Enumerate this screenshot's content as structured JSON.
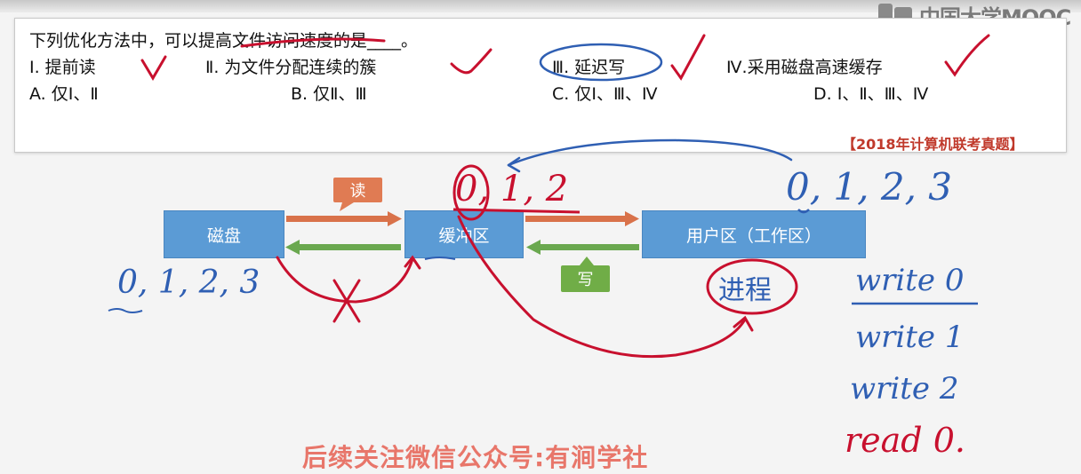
{
  "brand": {
    "logo_text": "中国大学MOOC"
  },
  "question": {
    "stem": "下列优化方法中，可以提高文件访问速度的是____。",
    "items": [
      "Ⅰ. 提前读",
      "Ⅱ. 为文件分配连续的簇",
      "Ⅲ. 延迟写",
      "Ⅳ.采用磁盘高速缓存"
    ],
    "options": [
      "A. 仅Ⅰ、Ⅱ",
      "B. 仅Ⅱ、Ⅲ",
      "C. 仅Ⅰ、Ⅲ、Ⅳ",
      "D. Ⅰ、Ⅱ、Ⅲ、Ⅳ"
    ],
    "source": "【2018年计算机联考真题】"
  },
  "diagram": {
    "disk": "磁盘",
    "buffer": "缓冲区",
    "user_area": "用户区（工作区）",
    "read_tag": "读",
    "write_tag": "写"
  },
  "annotations": {
    "disk_blocks": "0, 1, 2, 3",
    "buffer_blocks": "0, 1, 2",
    "user_blocks": "0, 1, 2, 3",
    "process": "进程",
    "ops": [
      "write 0",
      "write 1",
      "write 2",
      "read 0."
    ]
  },
  "footer": "后续关注微信公众号:有涧学社",
  "colors": {
    "box_blue": "#5b9bd5",
    "read_orange": "#e07b53",
    "write_green": "#70ad47",
    "ink_red": "#c8102e",
    "ink_blue": "#2f5fb3"
  }
}
